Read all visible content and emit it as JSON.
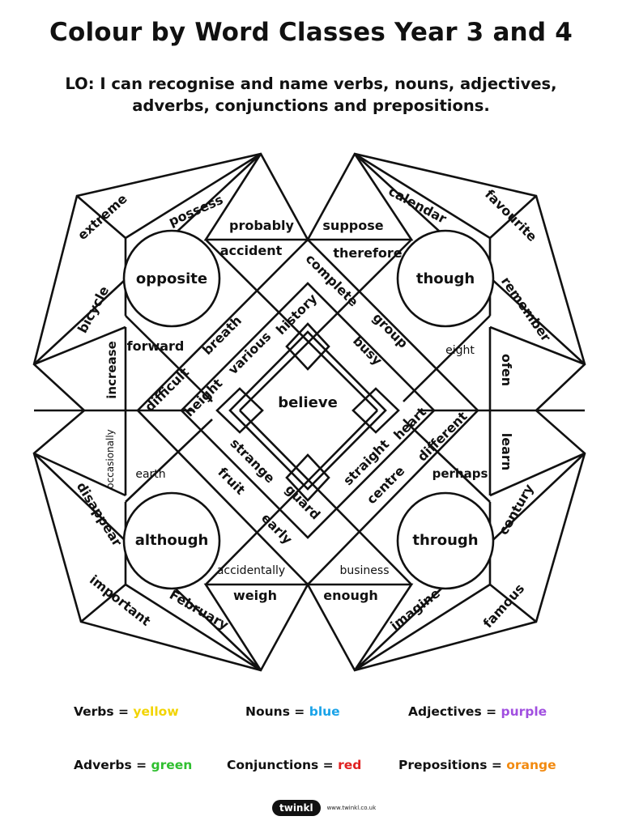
{
  "title": "Colour by Word Classes Year 3 and 4",
  "lo_line1": "LO: I can recognise and name verbs, nouns, adjectives,",
  "lo_line2": "adverbs, conjunctions and prepositions.",
  "words": {
    "extreme": "extreme",
    "possess": "possess",
    "probably": "probably",
    "suppose": "suppose",
    "calendar": "calendar",
    "favourite": "favourite",
    "accident": "accident",
    "therefore": "therefore",
    "opposite": "opposite",
    "though": "though",
    "complete": "complete",
    "bicycle": "bicycle",
    "remember": "remember",
    "history": "history",
    "group": "group",
    "forward": "forward",
    "breath": "breath",
    "busy": "busy",
    "eight": "eight",
    "increase": "increase",
    "various": "various",
    "ofen": "ofen",
    "difficult": "difficult",
    "height": "height",
    "believe": "believe",
    "heart": "heart",
    "different": "different",
    "occasionally": "occasionally",
    "learn": "learn",
    "strange": "strange",
    "straight": "straight",
    "earth": "earth",
    "fruit": "fruit",
    "perhaps": "perhaps",
    "disappear": "disappear",
    "guard": "guard",
    "centre": "centre",
    "century": "century",
    "although": "although",
    "early": "early",
    "through": "through",
    "accidentally": "accidentally",
    "business": "business",
    "important": "important",
    "weigh": "weigh",
    "enough": "enough",
    "February": "February",
    "imagine": "imagine",
    "famous": "famous"
  },
  "legend": {
    "verbs_label": "Verbs =",
    "verbs_color": "yellow",
    "verbs_hex": "#f2d400",
    "nouns_label": "Nouns =",
    "nouns_color": "blue",
    "nouns_hex": "#1aa3e8",
    "adjectives_label": "Adjectives =",
    "adjectives_color": "purple",
    "adjectives_hex": "#a14fe0",
    "adverbs_label": "Adverbs =",
    "adverbs_color": "green",
    "adverbs_hex": "#2fbf2f",
    "conjunctions_label": "Conjunctions =",
    "conjunctions_color": "red",
    "conjunctions_hex": "#e02020",
    "prepositions_label": "Prepositions =",
    "prepositions_color": "orange",
    "prepositions_hex": "#f28a10"
  },
  "footer": {
    "logo": "twinkl",
    "url": "www.twinkl.co.uk"
  }
}
